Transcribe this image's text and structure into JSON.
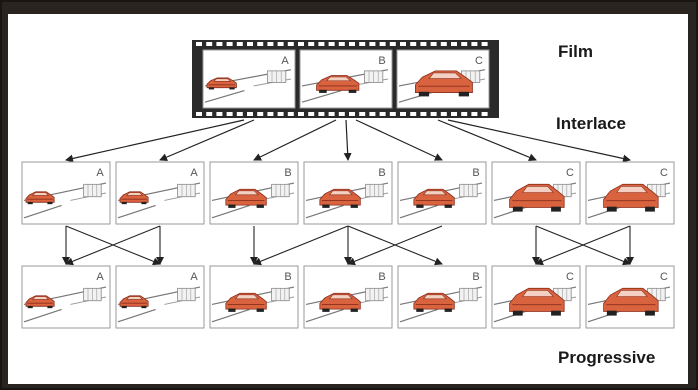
{
  "labels": {
    "film": "Film",
    "interlace": "Interlace",
    "progressive": "Progressive"
  },
  "film_frames": [
    "A",
    "B",
    "C"
  ],
  "interlace_frames": [
    "A",
    "A",
    "B",
    "B",
    "B",
    "C",
    "C"
  ],
  "progressive_frames": [
    "A",
    "A",
    "B",
    "B",
    "B",
    "C",
    "C"
  ],
  "colors": {
    "car_body": "#d9623f",
    "car_dark": "#8a2f1c",
    "film_strip": "#2a2a2a",
    "border": "#2a2420",
    "arrow": "#222222"
  }
}
